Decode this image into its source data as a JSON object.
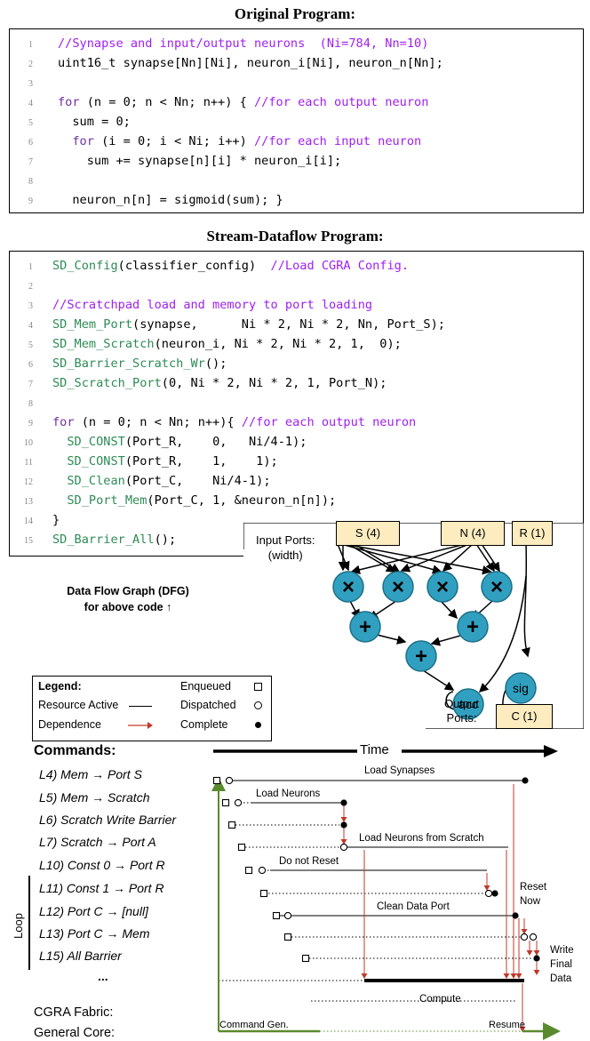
{
  "original": {
    "title": "Original Program:",
    "lines": [
      {
        "n": "1",
        "code": "//Synapse and input/output neurons  (Ni=784, Nn=10)"
      },
      {
        "n": "2",
        "code": "uint16_t synapse[Nn][Ni], neuron_i[Ni], neuron_n[Nn];"
      },
      {
        "n": "3",
        "code": ""
      },
      {
        "n": "4",
        "code": "for (n = 0; n < Nn; n++) { //for each output neuron"
      },
      {
        "n": "5",
        "code": "  sum = 0;"
      },
      {
        "n": "6",
        "code": "  for (i = 0; i < Ni; i++) //for each input neuron"
      },
      {
        "n": "7",
        "code": "    sum += synapse[n][i] * neuron_i[i];"
      },
      {
        "n": "8",
        "code": ""
      },
      {
        "n": "9",
        "code": "  neuron_n[n] = sigmoid(sum); }"
      }
    ]
  },
  "stream": {
    "title": "Stream-Dataflow Program:",
    "lines": [
      {
        "n": "1",
        "code": "SD_Config(classifier_config)  //Load CGRA Config."
      },
      {
        "n": "2",
        "code": ""
      },
      {
        "n": "3",
        "code": "//Scratchpad load and memory to port loading"
      },
      {
        "n": "4",
        "code": "SD_Mem_Port(synapse,      Ni * 2, Ni * 2, Nn, Port_S);"
      },
      {
        "n": "5",
        "code": "SD_Mem_Scratch(neuron_i, Ni * 2, Ni * 2, 1,  0);"
      },
      {
        "n": "6",
        "code": "SD_Barrier_Scratch_Wr();"
      },
      {
        "n": "7",
        "code": "SD_Scratch_Port(0, Ni * 2, Ni * 2, 1, Port_N);"
      },
      {
        "n": "8",
        "code": ""
      },
      {
        "n": "9",
        "code": "for (n = 0; n < Nn; n++){ //for each output neuron"
      },
      {
        "n": "10",
        "code": "  SD_CONST(Port_R,    0,   Ni/4-1);"
      },
      {
        "n": "11",
        "code": "  SD_CONST(Port_R,    1,    1);"
      },
      {
        "n": "12",
        "code": "  SD_Clean(Port_C,    Ni/4-1);"
      },
      {
        "n": "13",
        "code": "  SD_Port_Mem(Port_C, 1, &neuron_n[n]);"
      },
      {
        "n": "14",
        "code": "}"
      },
      {
        "n": "15",
        "code": "SD_Barrier_All();"
      }
    ]
  },
  "dfg": {
    "caption_line1": "Data Flow Graph (DFG)",
    "caption_line2": "for above code ↑",
    "input_label_1": "Input Ports:",
    "input_label_2": "(width)",
    "output_label_1": "Output",
    "output_label_2": "Ports:",
    "port_s": "S (4)",
    "port_n": "N (4)",
    "port_r": "R (1)",
    "port_c": "C (1)",
    "mul": "×",
    "add": "+",
    "acc": "acc",
    "sig": "sig",
    "node_color": "#31a0c0"
  },
  "legend": {
    "title": "Legend:",
    "resource_active": "Resource Active",
    "dependence": "Dependence",
    "enqueued": "Enqueued",
    "dispatched": "Dispatched",
    "complete": "Complete",
    "dependence_color": "#c0392b"
  },
  "timeline": {
    "commands_header": "Commands:",
    "time_label": "Time",
    "loop_label": "Loop",
    "ellipsis": "...",
    "commands": [
      "L4) Mem → Port S",
      "L5) Mem → Scratch",
      "L6) Scratch Write Barrier",
      "L7) Scratch → Port A",
      "L10) Const 0 → Port R",
      "L11) Const 1 → Port R",
      "L12) Port C → [null]",
      "L13) Port C → Mem",
      "L15) All Barrier"
    ],
    "cgra_label": "CGRA Fabric:",
    "core_label": "General Core:",
    "bars": {
      "load_synapses": "Load Synapses",
      "load_neurons": "Load Neurons",
      "load_neurons_scratch": "Load Neurons from Scratch",
      "do_not_reset": "Do not Reset",
      "reset_now_1": "Reset",
      "reset_now_2": "Now",
      "clean_data_port": "Clean Data Port",
      "write_1": "Write",
      "write_2": "Final",
      "write_3": "Data",
      "compute": "Compute",
      "command_gen": "Command Gen.",
      "resume": "Resume"
    },
    "core_color": "#5a8a2e"
  }
}
